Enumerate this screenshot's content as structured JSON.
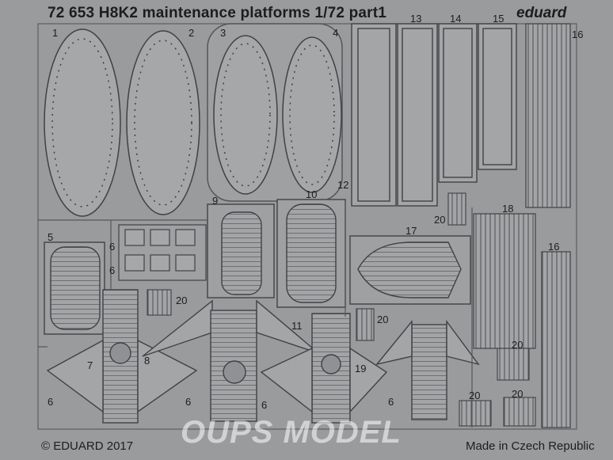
{
  "header": {
    "title": "72 653  H8K2 maintenance platforms 1/72    part1",
    "brand": "eduard"
  },
  "footer": {
    "copyright": "© EDUARD 2017",
    "made_in": "Made in Czech Republic"
  },
  "watermark": "OUPS MODEL",
  "part_numbers": [
    "1",
    "2",
    "3",
    "4",
    "5",
    "6",
    "6",
    "6",
    "6",
    "6",
    "6",
    "7",
    "8",
    "9",
    "10",
    "11",
    "12",
    "13",
    "14",
    "15",
    "16",
    "16",
    "17",
    "18",
    "19",
    "20",
    "20",
    "20",
    "20",
    "20",
    "20"
  ],
  "colors": {
    "fret_background": "#9a9b9d",
    "part_fill": "#a4a5a7",
    "part_stroke": "#4a4b4e",
    "text": "#1d1d1f"
  }
}
